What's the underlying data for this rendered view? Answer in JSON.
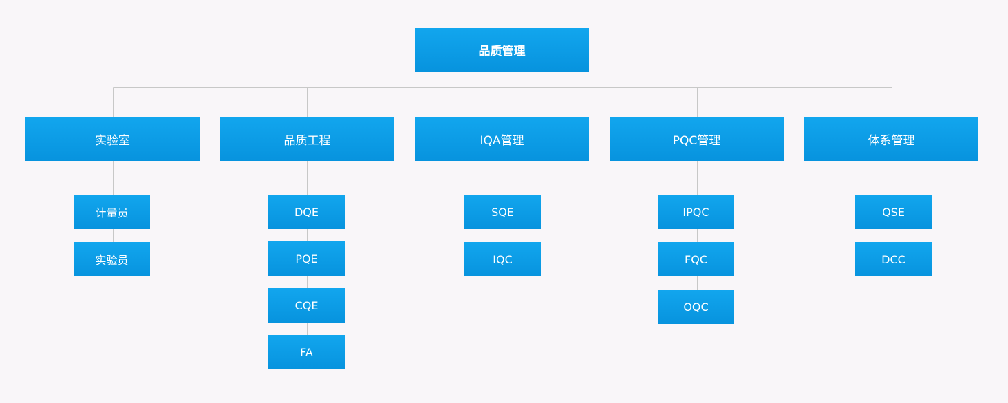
{
  "org_chart": {
    "root": {
      "label": "品质管理"
    },
    "departments": [
      {
        "label": "实验室",
        "children": [
          "计量员",
          "实验员"
        ]
      },
      {
        "label": "品质工程",
        "children": [
          "DQE",
          "PQE",
          "CQE",
          "FA"
        ]
      },
      {
        "label": "IQA管理",
        "children": [
          "SQE",
          "IQC"
        ]
      },
      {
        "label": "PQC管理",
        "children": [
          "IPQC",
          "FQC",
          "OQC"
        ]
      },
      {
        "label": "体系管理",
        "children": [
          "QSE",
          "DCC"
        ]
      }
    ]
  },
  "colors": {
    "background": "#f9f6f9",
    "node_fill_top": "#12a6ee",
    "node_fill_bottom": "#0793de",
    "node_text": "#ffffff",
    "connector": "#c8c8c8"
  }
}
